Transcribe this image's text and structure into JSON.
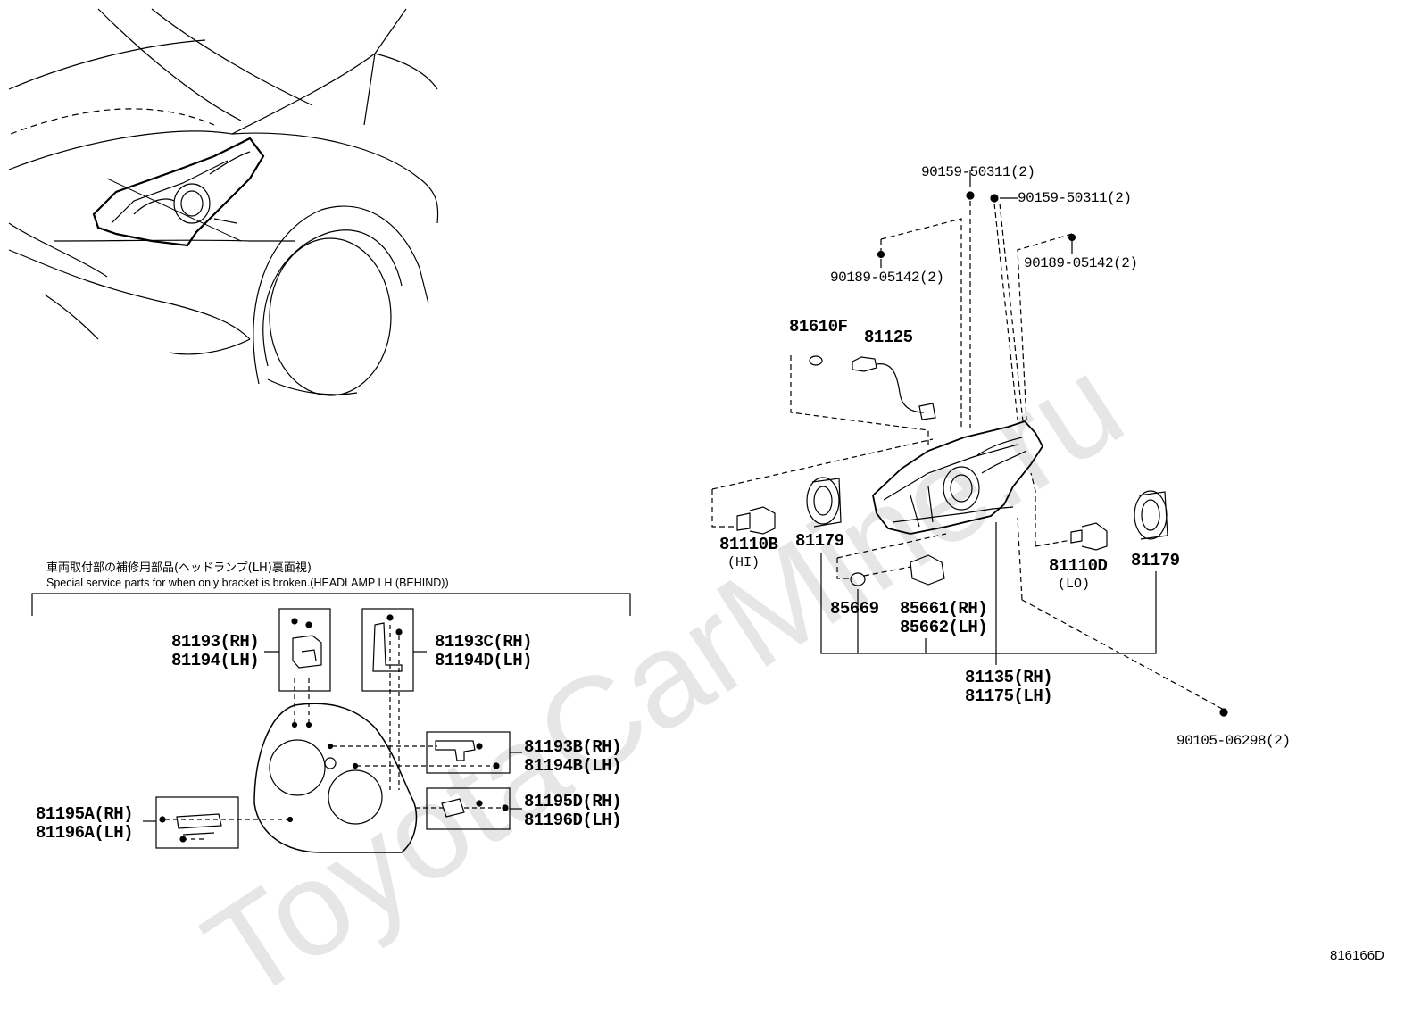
{
  "watermark": "ToyotaCarMine.ru",
  "diagram_code": "816166D",
  "inset": {
    "title_jp": "車両取付部の補修用部品(ヘッドランプ(LH)裏面視)",
    "title_en": "Special service parts for when only bracket is broken.(HEADLAMP LH (BEHIND))",
    "labels": {
      "p81193": "81193(RH)",
      "p81194": "81194(LH)",
      "p81193C": "81193C(RH)",
      "p81194D": "81194D(LH)",
      "p81193B": "81193B(RH)",
      "p81194B": "81194B(LH)",
      "p81195D": "81195D(RH)",
      "p81196D": "81196D(LH)",
      "p81195A": "81195A(RH)",
      "p81196A": "81196A(LH)"
    }
  },
  "parts": {
    "p90159a": "90159-50311(2)",
    "p90159b": "90159-50311(2)",
    "p90189a": "90189-05142(2)",
    "p90189b": "90189-05142(2)",
    "p81610F": "81610F",
    "p81125": "81125",
    "p81110B": "81110B",
    "hi": "(HI)",
    "p81179a": "81179",
    "p81110D": "81110D",
    "lo": "(LO)",
    "p81179b": "81179",
    "p85669": "85669",
    "p85661": "85661(RH)",
    "p85662": "85662(LH)",
    "p81135": "81135(RH)",
    "p81175": "81175(LH)",
    "p90105": "90105-06298(2)"
  }
}
